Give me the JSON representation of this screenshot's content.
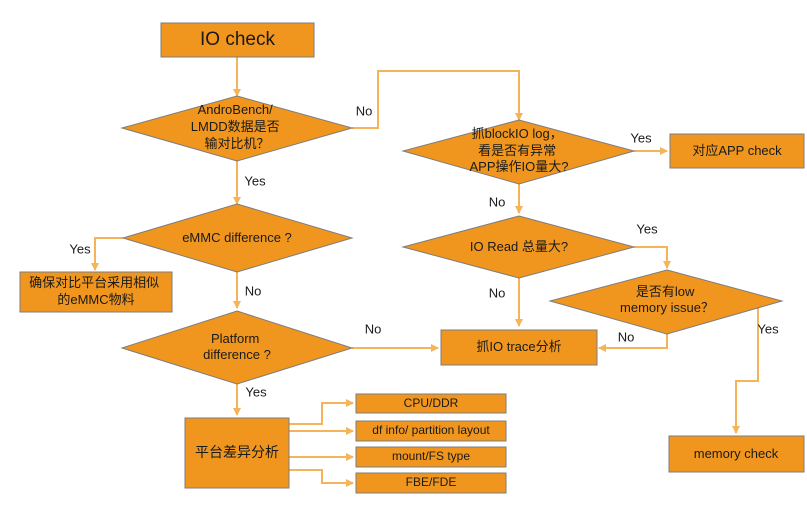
{
  "colors": {
    "node_fill": "#f0961e",
    "node_stroke": "#7d7d7d",
    "connector": "#f5b35a",
    "text": "#1a1a1a"
  },
  "nodes": {
    "io_check": [
      "IO check"
    ],
    "androbench": [
      "AndroBench/",
      "LMDD数据是否",
      "输对比机？"
    ],
    "emmc_diff": [
      "eMMC difference ?"
    ],
    "ensure_emmc": [
      "确保对比平台采用相似",
      "的eMMC物料"
    ],
    "platform_diff": [
      "Platform",
      "difference ?"
    ],
    "platform_analysis": [
      "平台差异分析"
    ],
    "cpu_ddr": [
      "CPU/DDR"
    ],
    "df_info": [
      "df info/ partition layout"
    ],
    "mount_fs": [
      "mount/FS type"
    ],
    "fbe_fde": [
      "FBE/FDE"
    ],
    "blockio": [
      "抓blockIO log，",
      "看是否有异常",
      "APP操作IO量大?"
    ],
    "app_check": [
      "对应APP check"
    ],
    "io_read": [
      "IO Read 总量大?"
    ],
    "low_memory": [
      "是否有low",
      "memory issue？"
    ],
    "io_trace": [
      "抓IO trace分析"
    ],
    "memory_check": [
      "memory check"
    ]
  },
  "edge_labels": {
    "androbench_yes": "Yes",
    "androbench_no": "No",
    "emmc_yes": "Yes",
    "emmc_no": "No",
    "platform_yes": "Yes",
    "platform_no": "No",
    "blockio_yes": "Yes",
    "blockio_no": "No",
    "ioread_yes": "Yes",
    "ioread_no": "No",
    "lowmem_no": "No",
    "lowmem_yes": "Yes"
  }
}
